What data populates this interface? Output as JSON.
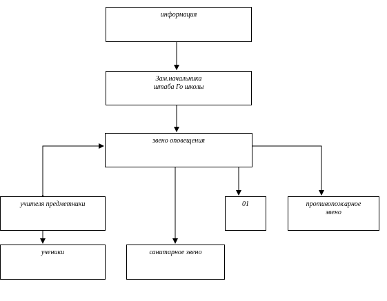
{
  "diagram": {
    "nodes": {
      "info": {
        "lines": [
          "информация"
        ]
      },
      "deputy": {
        "lines": [
          "Зам.начальника",
          "штаба Го школы"
        ]
      },
      "notification": {
        "lines": [
          "звено оповещения"
        ]
      },
      "teachers": {
        "lines": [
          "учителя предметники"
        ]
      },
      "students": {
        "lines": [
          "ученики"
        ]
      },
      "sanitary": {
        "lines": [
          "санитарное звено"
        ]
      },
      "emergency": {
        "lines": [
          "01"
        ]
      },
      "fire": {
        "lines": [
          "противопожарное",
          "звено"
        ]
      }
    },
    "edges": [
      {
        "from": "info",
        "to": "deputy"
      },
      {
        "from": "deputy",
        "to": "notification"
      },
      {
        "from": "notification",
        "to": "teachers",
        "bidirectional": true
      },
      {
        "from": "teachers",
        "to": "students"
      },
      {
        "from": "notification",
        "to": "sanitary"
      },
      {
        "from": "notification",
        "to": "emergency"
      },
      {
        "from": "notification",
        "to": "fire"
      }
    ],
    "colors": {
      "line": "#000000",
      "box_border": "#000000",
      "background": "#ffffff"
    }
  }
}
